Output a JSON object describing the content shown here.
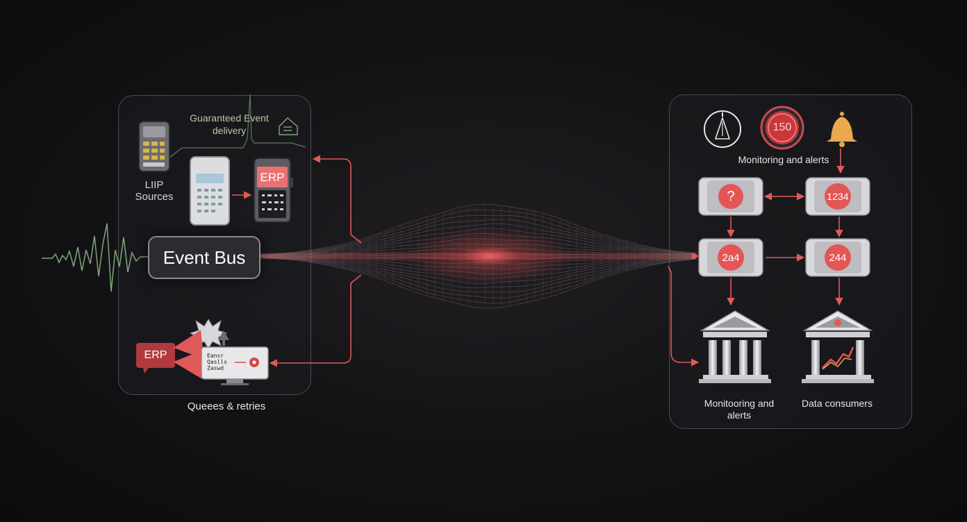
{
  "diagram": {
    "guaranteed_delivery": "Guaranteed Event delivery",
    "sources": "LIIP Sources",
    "event_bus": "Event Bus",
    "erp_top": "ERP",
    "erp_bottom": "ERP",
    "queues": "Queees & retries",
    "monitor_top": "Monitoring and alerts",
    "gauge_value": "150",
    "node_question": "?",
    "node_1234": "1234",
    "node_2a4": "2a4",
    "node_244": "244",
    "monitor_bottom": "Monitooring and alerts",
    "data_consumers": "Data consumers",
    "retry_screen_text": "Eansr\nQaslls\nZaswd"
  },
  "colors": {
    "accent_red": "#e05a5a",
    "signal_green": "#7fa77a",
    "panel_border": "#4a4a50",
    "bell_gold": "#e9a94c"
  }
}
